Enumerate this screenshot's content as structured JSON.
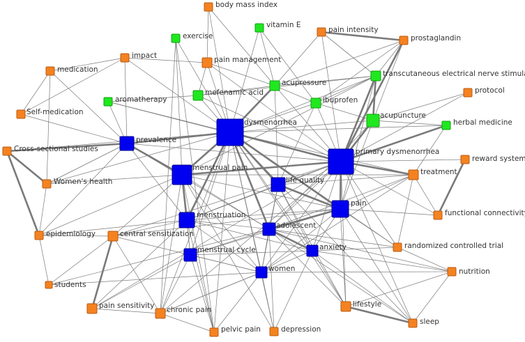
{
  "colors": {
    "orange": "#f58220",
    "green": "#1fe81f",
    "blue": "#0000f0",
    "edge": "#7a7a7a",
    "label": "#333333"
  },
  "network": {
    "nodes": [
      {
        "id": "body-mass-index",
        "label": "body mass index",
        "group": "orange"
      },
      {
        "id": "vitamin-e",
        "label": "vitamin E",
        "group": "green"
      },
      {
        "id": "pain-intensity",
        "label": "pain intensity",
        "group": "orange"
      },
      {
        "id": "prostaglandin",
        "label": "prostaglandin",
        "group": "orange"
      },
      {
        "id": "exercise",
        "label": "exercise",
        "group": "green"
      },
      {
        "id": "impact",
        "label": "impact",
        "group": "orange"
      },
      {
        "id": "pain-management",
        "label": "pain management",
        "group": "orange"
      },
      {
        "id": "medication",
        "label": "medication",
        "group": "orange"
      },
      {
        "id": "transcutaneous",
        "label": "transcutaneous electrical nerve stimulation",
        "group": "green"
      },
      {
        "id": "acupressure",
        "label": "acupressure",
        "group": "green"
      },
      {
        "id": "protocol",
        "label": "protocol",
        "group": "orange"
      },
      {
        "id": "mefenamic-acid",
        "label": "mefenamic acid",
        "group": "green"
      },
      {
        "id": "aromatherapy",
        "label": "aromatherapy",
        "group": "green"
      },
      {
        "id": "ibuprofen",
        "label": "ibuprofen",
        "group": "green"
      },
      {
        "id": "self-medication",
        "label": "Self-medication",
        "group": "orange"
      },
      {
        "id": "acupuncture",
        "label": "acupuncture",
        "group": "green"
      },
      {
        "id": "herbal-medicine",
        "label": "herbal medicine",
        "group": "green"
      },
      {
        "id": "dysmenorrhea",
        "label": "dysmenorrhea",
        "group": "blue"
      },
      {
        "id": "prevalence",
        "label": "prevalence",
        "group": "blue"
      },
      {
        "id": "cross-sectional",
        "label": "Cross-sectional studies",
        "group": "orange"
      },
      {
        "id": "primary-dysmenorrhea",
        "label": "primary dysmenorrhea",
        "group": "blue"
      },
      {
        "id": "reward-system",
        "label": "reward system",
        "group": "orange"
      },
      {
        "id": "menstrual-pain",
        "label": "menstrual pain",
        "group": "blue"
      },
      {
        "id": "treatment",
        "label": "treatment",
        "group": "orange"
      },
      {
        "id": "womens-health",
        "label": "Women's health",
        "group": "orange"
      },
      {
        "id": "life-quality",
        "label": "life quality",
        "group": "blue"
      },
      {
        "id": "pain",
        "label": "pain",
        "group": "blue"
      },
      {
        "id": "functional-connectivity",
        "label": "functional connectivity",
        "group": "orange"
      },
      {
        "id": "menstruation",
        "label": "menstruation",
        "group": "blue"
      },
      {
        "id": "epidemiology",
        "label": "epidemiology",
        "group": "orange"
      },
      {
        "id": "central-sensitization",
        "label": "central sensitization",
        "group": "orange"
      },
      {
        "id": "adolescent",
        "label": "adolescent",
        "group": "blue"
      },
      {
        "id": "randomized-trial",
        "label": "randomized controlled trial",
        "group": "orange"
      },
      {
        "id": "menstrual-cycle",
        "label": "menstrual cycle",
        "group": "blue"
      },
      {
        "id": "anxiety",
        "label": "anxiety",
        "group": "blue"
      },
      {
        "id": "women",
        "label": "women",
        "group": "blue"
      },
      {
        "id": "nutrition",
        "label": "nutrition",
        "group": "orange"
      },
      {
        "id": "students",
        "label": "students",
        "group": "orange"
      },
      {
        "id": "lifestyle",
        "label": "lifestyle",
        "group": "orange"
      },
      {
        "id": "pain-sensitivity",
        "label": "pain sensitivity",
        "group": "orange"
      },
      {
        "id": "chronic-pain",
        "label": "chronic pain",
        "group": "orange"
      },
      {
        "id": "sleep",
        "label": "sleep",
        "group": "orange"
      },
      {
        "id": "pelvic-pain",
        "label": "pelvic pain",
        "group": "orange"
      },
      {
        "id": "depression",
        "label": "depression",
        "group": "orange"
      }
    ],
    "edges": [
      [
        "dysmenorrhea",
        "primary-dysmenorrhea"
      ],
      [
        "dysmenorrhea",
        "menstrual-pain"
      ],
      [
        "dysmenorrhea",
        "prevalence"
      ],
      [
        "dysmenorrhea",
        "pain"
      ],
      [
        "dysmenorrhea",
        "adolescent"
      ],
      [
        "dysmenorrhea",
        "menstruation"
      ],
      [
        "dysmenorrhea",
        "women"
      ],
      [
        "dysmenorrhea",
        "life-quality"
      ],
      [
        "dysmenorrhea",
        "anxiety"
      ],
      [
        "dysmenorrhea",
        "menstrual-cycle"
      ],
      [
        "dysmenorrhea",
        "acupressure"
      ],
      [
        "dysmenorrhea",
        "mefenamic-acid"
      ],
      [
        "dysmenorrhea",
        "aromatherapy"
      ],
      [
        "dysmenorrhea",
        "exercise"
      ],
      [
        "dysmenorrhea",
        "vitamin-e"
      ],
      [
        "dysmenorrhea",
        "body-mass-index"
      ],
      [
        "dysmenorrhea",
        "pain-management"
      ],
      [
        "dysmenorrhea",
        "transcutaneous"
      ],
      [
        "dysmenorrhea",
        "acupuncture"
      ],
      [
        "dysmenorrhea",
        "ibuprofen"
      ],
      [
        "dysmenorrhea",
        "treatment"
      ],
      [
        "dysmenorrhea",
        "impact"
      ],
      [
        "dysmenorrhea",
        "cross-sectional"
      ],
      [
        "dysmenorrhea",
        "womens-health"
      ],
      [
        "dysmenorrhea",
        "pelvic-pain"
      ],
      [
        "dysmenorrhea",
        "depression"
      ],
      [
        "dysmenorrhea",
        "lifestyle"
      ],
      [
        "dysmenorrhea",
        "sleep"
      ],
      [
        "dysmenorrhea",
        "central-sensitization"
      ],
      [
        "dysmenorrhea",
        "chronic-pain"
      ],
      [
        "dysmenorrhea",
        "randomized-trial"
      ],
      [
        "dysmenorrhea",
        "herbal-medicine"
      ],
      [
        "primary-dysmenorrhea",
        "pain"
      ],
      [
        "primary-dysmenorrhea",
        "menstrual-pain"
      ],
      [
        "primary-dysmenorrhea",
        "transcutaneous"
      ],
      [
        "primary-dysmenorrhea",
        "acupuncture"
      ],
      [
        "primary-dysmenorrhea",
        "prostaglandin"
      ],
      [
        "primary-dysmenorrhea",
        "pain-intensity"
      ],
      [
        "primary-dysmenorrhea",
        "ibuprofen"
      ],
      [
        "primary-dysmenorrhea",
        "acupressure"
      ],
      [
        "primary-dysmenorrhea",
        "treatment"
      ],
      [
        "primary-dysmenorrhea",
        "reward-system"
      ],
      [
        "primary-dysmenorrhea",
        "functional-connectivity"
      ],
      [
        "primary-dysmenorrhea",
        "herbal-medicine"
      ],
      [
        "primary-dysmenorrhea",
        "protocol"
      ],
      [
        "primary-dysmenorrhea",
        "life-quality"
      ],
      [
        "primary-dysmenorrhea",
        "adolescent"
      ],
      [
        "primary-dysmenorrhea",
        "menstruation"
      ],
      [
        "primary-dysmenorrhea",
        "prevalence"
      ],
      [
        "primary-dysmenorrhea",
        "central-sensitization"
      ],
      [
        "primary-dysmenorrhea",
        "pain-sensitivity"
      ],
      [
        "primary-dysmenorrhea",
        "chronic-pain"
      ],
      [
        "primary-dysmenorrhea",
        "randomized-trial"
      ],
      [
        "primary-dysmenorrhea",
        "women"
      ],
      [
        "primary-dysmenorrhea",
        "anxiety"
      ],
      [
        "primary-dysmenorrhea",
        "sleep"
      ],
      [
        "primary-dysmenorrhea",
        "lifestyle"
      ],
      [
        "primary-dysmenorrhea",
        "mefenamic-acid"
      ],
      [
        "primary-dysmenorrhea",
        "aromatherapy"
      ],
      [
        "primary-dysmenorrhea",
        "pain-management"
      ],
      [
        "menstrual-pain",
        "prevalence"
      ],
      [
        "menstrual-pain",
        "menstruation"
      ],
      [
        "menstrual-pain",
        "pain"
      ],
      [
        "menstrual-pain",
        "women"
      ],
      [
        "menstrual-pain",
        "adolescent"
      ],
      [
        "menstrual-pain",
        "epidemiology"
      ],
      [
        "menstrual-pain",
        "womens-health"
      ],
      [
        "menstrual-pain",
        "exercise"
      ],
      [
        "menstrual-pain",
        "pelvic-pain"
      ],
      [
        "menstrual-pain",
        "chronic-pain"
      ],
      [
        "menstrual-pain",
        "menstrual-cycle"
      ],
      [
        "menstrual-pain",
        "treatment"
      ],
      [
        "menstrual-pain",
        "transcutaneous"
      ],
      [
        "prevalence",
        "cross-sectional"
      ],
      [
        "prevalence",
        "impact"
      ],
      [
        "prevalence",
        "medication"
      ],
      [
        "prevalence",
        "self-medication"
      ],
      [
        "prevalence",
        "aromatherapy"
      ],
      [
        "prevalence",
        "epidemiology"
      ],
      [
        "prevalence",
        "womens-health"
      ],
      [
        "prevalence",
        "adolescent"
      ],
      [
        "prevalence",
        "menstruation"
      ],
      [
        "pain",
        "life-quality"
      ],
      [
        "pain",
        "adolescent"
      ],
      [
        "pain",
        "anxiety"
      ],
      [
        "pain",
        "menstruation"
      ],
      [
        "pain",
        "treatment"
      ],
      [
        "pain",
        "central-sensitization"
      ],
      [
        "pain",
        "lifestyle"
      ],
      [
        "pain",
        "sleep"
      ],
      [
        "pain",
        "women"
      ],
      [
        "pain",
        "menstrual-cycle"
      ],
      [
        "pain",
        "acupuncture"
      ],
      [
        "pain",
        "transcutaneous"
      ],
      [
        "pain",
        "functional-connectivity"
      ],
      [
        "pain",
        "randomized-trial"
      ],
      [
        "adolescent",
        "anxiety"
      ],
      [
        "adolescent",
        "life-quality"
      ],
      [
        "adolescent",
        "menstruation"
      ],
      [
        "adolescent",
        "women"
      ],
      [
        "adolescent",
        "menstrual-cycle"
      ],
      [
        "adolescent",
        "nutrition"
      ],
      [
        "adolescent",
        "lifestyle"
      ],
      [
        "adolescent",
        "sleep"
      ],
      [
        "adolescent",
        "depression"
      ],
      [
        "adolescent",
        "treatment"
      ],
      [
        "adolescent",
        "students"
      ],
      [
        "adolescent",
        "randomized-trial"
      ],
      [
        "adolescent",
        "acupuncture"
      ],
      [
        "menstruation",
        "menstrual-cycle"
      ],
      [
        "menstruation",
        "women"
      ],
      [
        "menstruation",
        "life-quality"
      ],
      [
        "menstruation",
        "central-sensitization"
      ],
      [
        "menstruation",
        "epidemiology"
      ],
      [
        "menstruation",
        "pain-sensitivity"
      ],
      [
        "menstruation",
        "pelvic-pain"
      ],
      [
        "menstruation",
        "anxiety"
      ],
      [
        "menstrual-cycle",
        "women"
      ],
      [
        "menstrual-cycle",
        "chronic-pain"
      ],
      [
        "menstrual-cycle",
        "pain-sensitivity"
      ],
      [
        "menstrual-cycle",
        "anxiety"
      ],
      [
        "menstrual-cycle",
        "pelvic-pain"
      ],
      [
        "women",
        "anxiety"
      ],
      [
        "women",
        "depression"
      ],
      [
        "women",
        "pelvic-pain"
      ],
      [
        "women",
        "chronic-pain"
      ],
      [
        "women",
        "life-quality"
      ],
      [
        "women",
        "nutrition"
      ],
      [
        "women",
        "treatment"
      ],
      [
        "anxiety",
        "depression"
      ],
      [
        "anxiety",
        "sleep"
      ],
      [
        "anxiety",
        "lifestyle"
      ],
      [
        "anxiety",
        "nutrition"
      ],
      [
        "anxiety",
        "randomized-trial"
      ],
      [
        "anxiety",
        "life-quality"
      ],
      [
        "life-quality",
        "treatment"
      ],
      [
        "life-quality",
        "acupressure"
      ],
      [
        "life-quality",
        "ibuprofen"
      ],
      [
        "life-quality",
        "lifestyle"
      ],
      [
        "cross-sectional",
        "womens-health"
      ],
      [
        "cross-sectional",
        "epidemiology"
      ],
      [
        "womens-health",
        "epidemiology"
      ],
      [
        "womens-health",
        "prevalence"
      ],
      [
        "medication",
        "impact"
      ],
      [
        "medication",
        "self-medication"
      ],
      [
        "medication",
        "womens-health"
      ],
      [
        "self-medication",
        "impact"
      ],
      [
        "impact",
        "pain-management"
      ],
      [
        "pain-management",
        "acupressure"
      ],
      [
        "pain-management",
        "mefenamic-acid"
      ],
      [
        "pain-management",
        "body-mass-index"
      ],
      [
        "body-mass-index",
        "acupressure"
      ],
      [
        "vitamin-e",
        "acupressure"
      ],
      [
        "vitamin-e",
        "ibuprofen"
      ],
      [
        "pain-intensity",
        "prostaglandin"
      ],
      [
        "pain-intensity",
        "acupressure"
      ],
      [
        "pain-intensity",
        "transcutaneous"
      ],
      [
        "prostaglandin",
        "transcutaneous"
      ],
      [
        "prostaglandin",
        "acupuncture"
      ],
      [
        "prostaglandin",
        "ibuprofen"
      ],
      [
        "prostaglandin",
        "acupressure"
      ],
      [
        "transcutaneous",
        "acupressure"
      ],
      [
        "transcutaneous",
        "acupuncture"
      ],
      [
        "transcutaneous",
        "pain-intensity"
      ],
      [
        "transcutaneous",
        "mefenamic-acid"
      ],
      [
        "transcutaneous",
        "ibuprofen"
      ],
      [
        "acupressure",
        "mefenamic-acid"
      ],
      [
        "acupressure",
        "ibuprofen"
      ],
      [
        "acupuncture",
        "ibuprofen"
      ],
      [
        "acupuncture",
        "herbal-medicine"
      ],
      [
        "acupuncture",
        "protocol"
      ],
      [
        "herbal-medicine",
        "treatment"
      ],
      [
        "reward-system",
        "functional-connectivity"
      ],
      [
        "treatment",
        "functional-connectivity"
      ],
      [
        "treatment",
        "randomized-trial"
      ],
      [
        "exercise",
        "pelvic-pain"
      ],
      [
        "exercise",
        "chronic-pain"
      ],
      [
        "aromatherapy",
        "mefenamic-acid"
      ],
      [
        "central-sensitization",
        "pain-sensitivity"
      ],
      [
        "central-sensitization",
        "chronic-pain"
      ],
      [
        "central-sensitization",
        "epidemiology"
      ],
      [
        "central-sensitization",
        "students"
      ],
      [
        "central-sensitization",
        "women"
      ],
      [
        "pain-sensitivity",
        "chronic-pain"
      ],
      [
        "chronic-pain",
        "pelvic-pain"
      ],
      [
        "chronic-pain",
        "women"
      ],
      [
        "lifestyle",
        "sleep"
      ],
      [
        "lifestyle",
        "nutrition"
      ],
      [
        "sleep",
        "nutrition"
      ],
      [
        "randomized-trial",
        "nutrition"
      ],
      [
        "depression",
        "menstrual-pain"
      ],
      [
        "epidemiology",
        "students"
      ],
      [
        "students",
        "women"
      ]
    ]
  }
}
